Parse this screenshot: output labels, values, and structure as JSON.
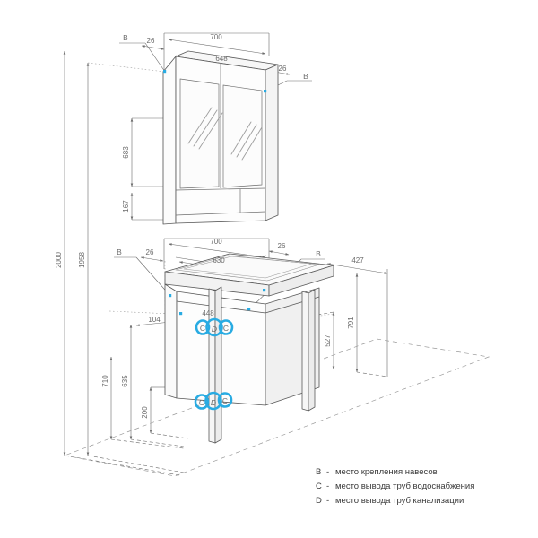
{
  "drawing": {
    "title": "Bathroom furniture set assembly drawing",
    "units": "mm",
    "line_color": "#6b6b6b",
    "body_line_color": "#5a5a5a",
    "marker_color": "#29abe2",
    "background": "#ffffff"
  },
  "dimensions": {
    "mirror_cabinet": {
      "overall_width": "700",
      "body_width": "648",
      "mount_offset_left": "26",
      "mount_offset_right": "26",
      "mirror_height": "683",
      "shelf_height": "167"
    },
    "vanity": {
      "basin_width": "700",
      "cabinet_width": "630",
      "mount_offset_left": "26",
      "mount_offset_right": "26",
      "depth": "427",
      "basin_top_height": "791",
      "cabinet_bottom_height": "527",
      "pipe_center_offset": "448",
      "mount_offset_inner": "104",
      "total_height_left": "710",
      "cabinet_height": "635",
      "plinth_height": "200"
    },
    "global": {
      "overall_height": "2000",
      "mirror_top_height": "1958"
    }
  },
  "markers": {
    "b": "B",
    "c": "C",
    "d": "D",
    "top_left_b": "B",
    "top_right_b": "B",
    "vanity_left_b": "B",
    "vanity_right_b": "B"
  },
  "legend": [
    {
      "key": "B",
      "dash": "-",
      "text": "место крепления навесов"
    },
    {
      "key": "C",
      "dash": "-",
      "text": "место вывода труб водоснабжения"
    },
    {
      "key": "D",
      "dash": "-",
      "text": "место вывода труб канализации"
    }
  ]
}
